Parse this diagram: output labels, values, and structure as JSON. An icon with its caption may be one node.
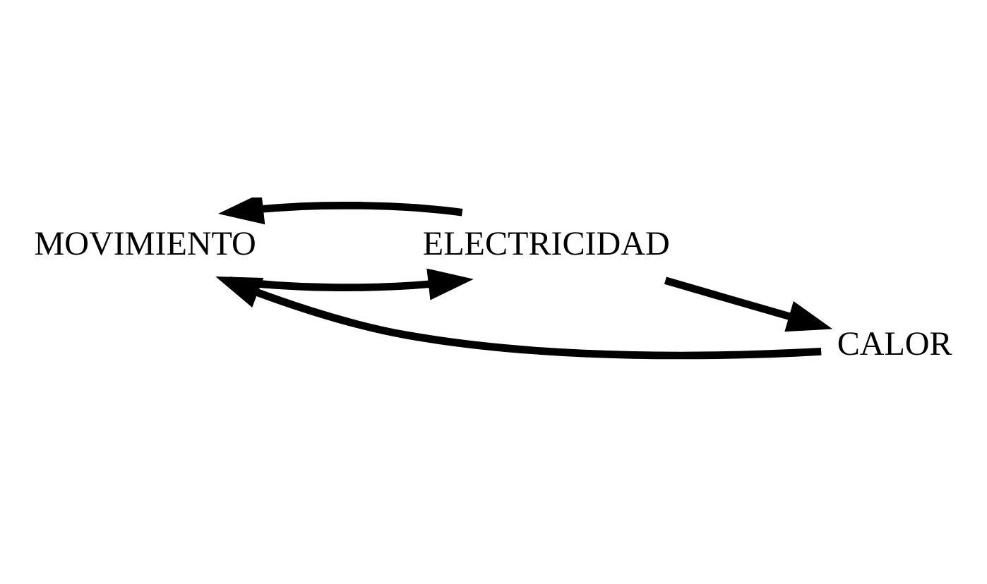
{
  "diagram": {
    "nodes": [
      {
        "text": [
          "MOVIMIENTO"
        ]
      },
      {
        "text": [
          "ELECTRICIDAD"
        ]
      },
      {
        "text": [
          "CALOR"
        ]
      }
    ],
    "edges": [
      {
        "from": 2,
        "to": 0,
        "arrow": "to"
      },
      {
        "from": 0,
        "to": 1,
        "arrow": "to"
      },
      {
        "from": 1,
        "to": 0,
        "arrow": "to"
      },
      {
        "from": 1,
        "to": 2,
        "arrow": "to"
      }
    ]
  }
}
